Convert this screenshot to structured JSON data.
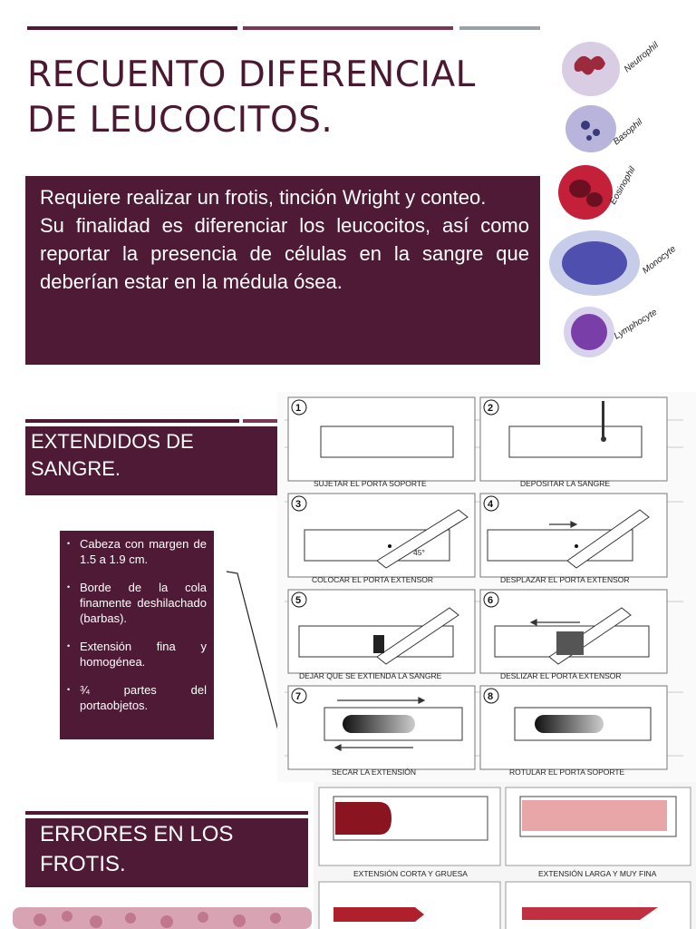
{
  "title": "RECUENTO DIFERENCIAL DE LEUCOCITOS.",
  "intro": {
    "line1": "Requiere realizar un frotis, tinción Wright y conteo.",
    "line2": "Su finalidad es diferenciar los leucocitos, así como reportar la presencia de células en la sangre que deberían estar en la médula ósea."
  },
  "cells": [
    "Neutrophil",
    "Basophil",
    "Eosinophil",
    "Monocyte",
    "Lymphocyte"
  ],
  "section1": {
    "title": "EXTENDIDOS DE SANGRE."
  },
  "bullets": [
    "Cabeza con margen de 1.5 a 1.9 cm.",
    "Borde de la cola finamente deshilachado (barbas).",
    "Extensión fina y homogénea.",
    "¾ partes del portaobjetos."
  ],
  "steps": [
    {
      "num": "1",
      "label": "SUJETAR EL PORTA SOPORTE"
    },
    {
      "num": "2",
      "label": "DEPOSITAR LA SANGRE"
    },
    {
      "num": "3",
      "label": "COLOCAR EL PORTA EXTENSOR"
    },
    {
      "num": "4",
      "label": "DESPLAZAR EL PORTA EXTENSOR"
    },
    {
      "num": "5",
      "label": "DEJAR QUE SE EXTIENDA LA SANGRE"
    },
    {
      "num": "6",
      "label": "DESLIZAR EL PORTA EXTENSOR"
    },
    {
      "num": "7",
      "label": "SECAR LA EXTENSIÓN"
    },
    {
      "num": "8",
      "label": "ROTULAR EL PORTA SOPORTE"
    }
  ],
  "angle_label": "45°",
  "section2": {
    "title": "ERRORES EN LOS FROTIS."
  },
  "errors": [
    {
      "label": "EXTENSIÓN CORTA Y GRUESA"
    },
    {
      "label": "EXTENSIÓN LARGA Y MUY FINA"
    }
  ],
  "colors": {
    "accent": "#4e1a35",
    "rule_gray": "#9aa1a8",
    "rule_mid": "#7a3856"
  }
}
